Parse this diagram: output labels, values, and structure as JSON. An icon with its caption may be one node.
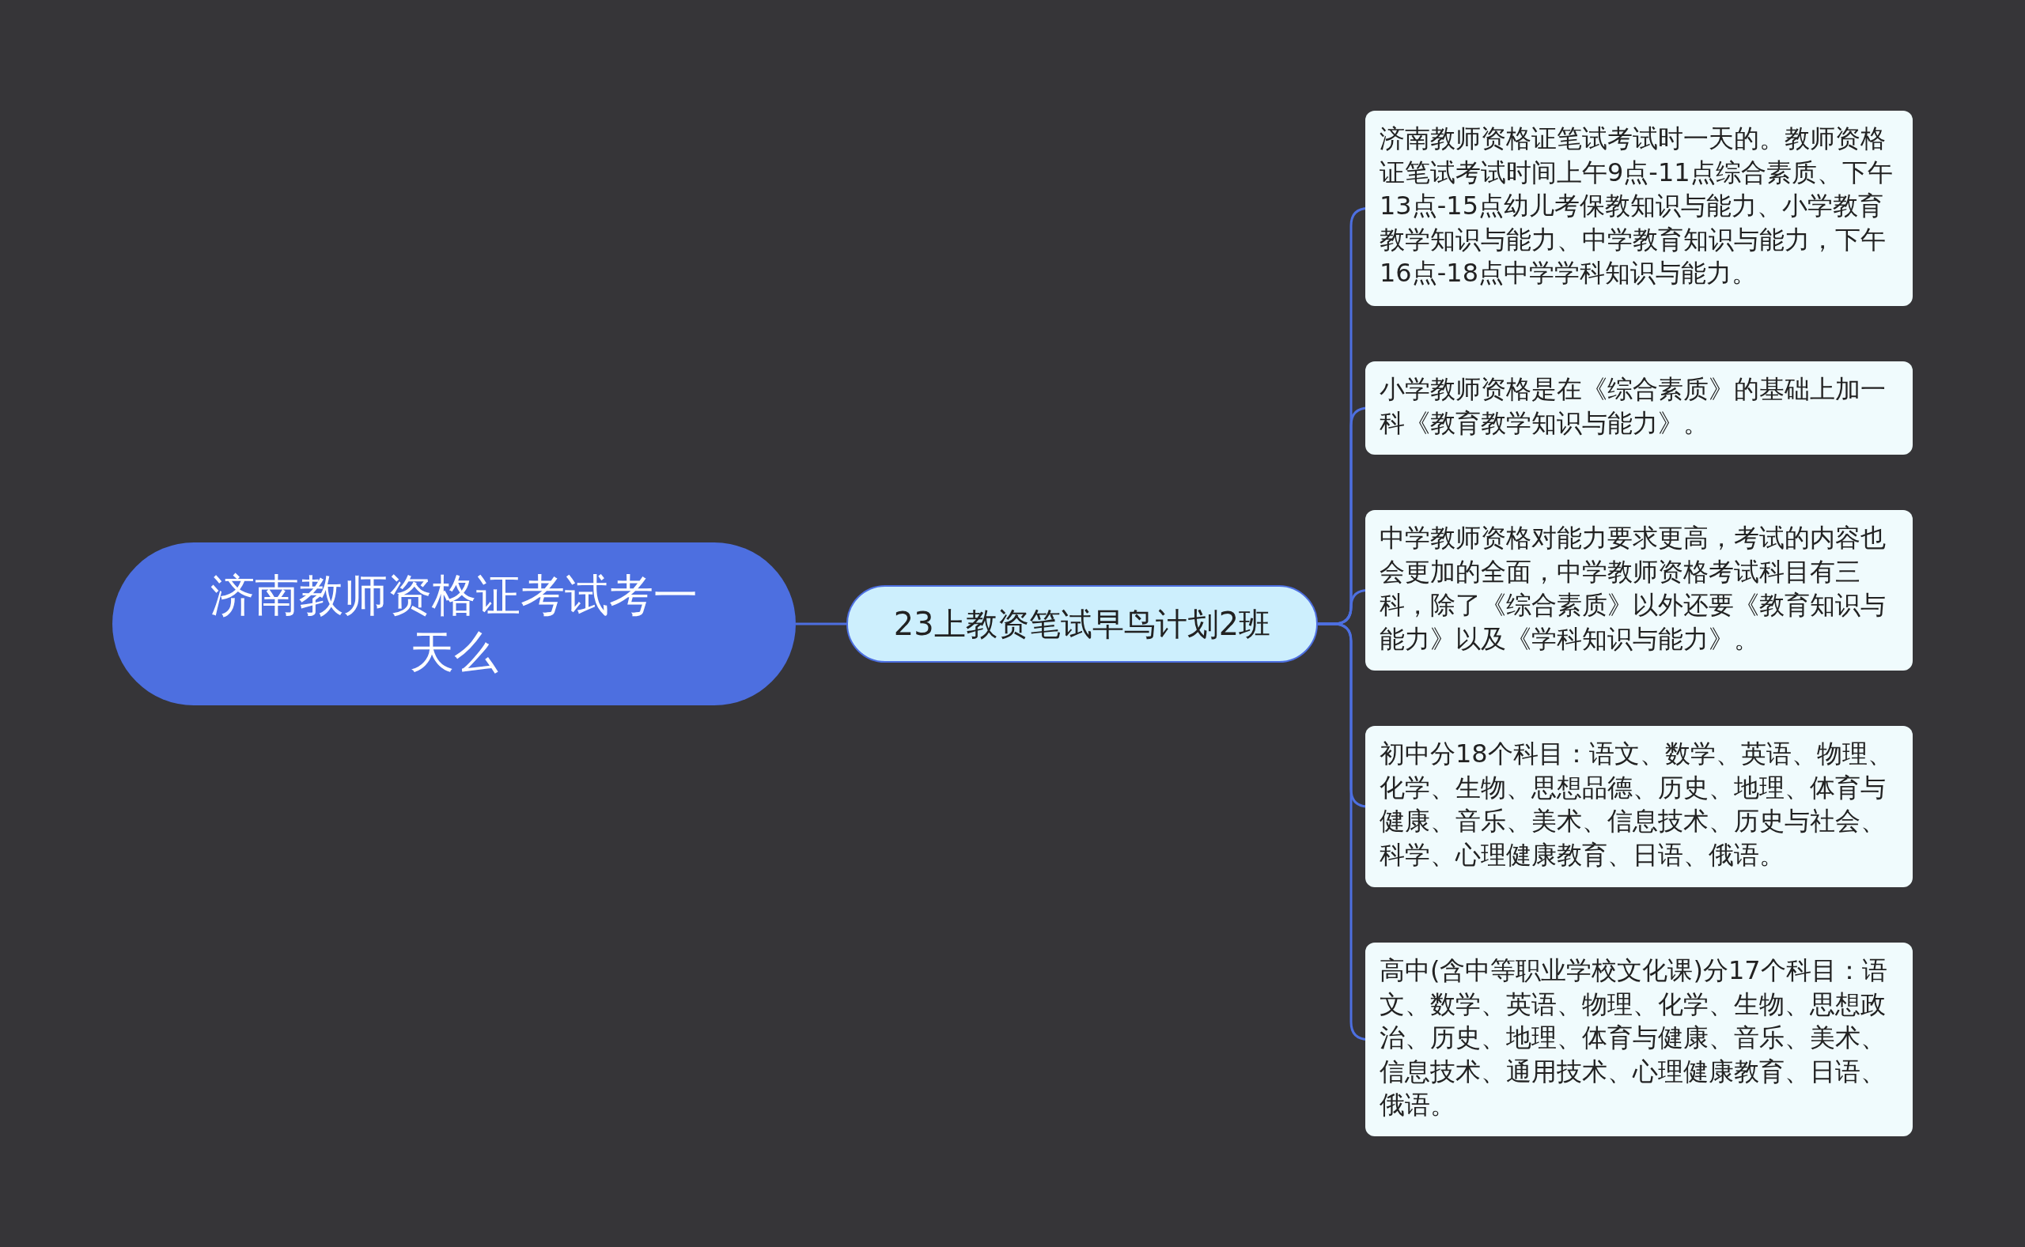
{
  "diagram": {
    "nodes": [
      {
        "text": [
          "济南教师资格证考试考一天么"
        ]
      },
      {
        "text": [
          "23上教资笔试早鸟计划2班"
        ]
      },
      {
        "text": [
          "济南教师资格证笔试考试时一天的。教师资格证笔试考试时间上午9点-11点综合素质、下午13点-15点幼儿考保教知识与能力、小学教育教学知识与能力、中学教育知识与能力，下午16点-18点中学学科知识与能力。"
        ]
      },
      {
        "text": [
          "小学教师资格是在《综合素质》的基础上加一科《教育教学知识与能力》。"
        ]
      },
      {
        "text": [
          "中学教师资格对能力要求更高，考试的内容也会更加的全面，中学教师资格考试科目有三科，除了《综合素质》以外还要《教育知识与能力》以及《学科知识与能力》。"
        ]
      },
      {
        "text": [
          "初中分18个科目：语文、数学、英语、物理、化学、生物、思想品德、历史、地理、体育与健康、音乐、美术、信息技术、历史与社会、科学、心理健康教育、日语、俄语。"
        ]
      },
      {
        "text": [
          "高中(含中等职业学校文化课)分17个科目：语文、数学、英语、物理、化学、生物、思想政治、历史、地理、体育与健康、音乐、美术、信息技术、通用技术、心理健康教育、日语、俄语。"
        ]
      }
    ],
    "edges": [
      {
        "from": 0,
        "to": 1,
        "arrow": "none"
      },
      {
        "from": 1,
        "to": 2,
        "arrow": "none"
      },
      {
        "from": 1,
        "to": 3,
        "arrow": "none"
      },
      {
        "from": 1,
        "to": 4,
        "arrow": "none"
      },
      {
        "from": 1,
        "to": 5,
        "arrow": "none"
      },
      {
        "from": 1,
        "to": 6,
        "arrow": "none"
      }
    ]
  }
}
